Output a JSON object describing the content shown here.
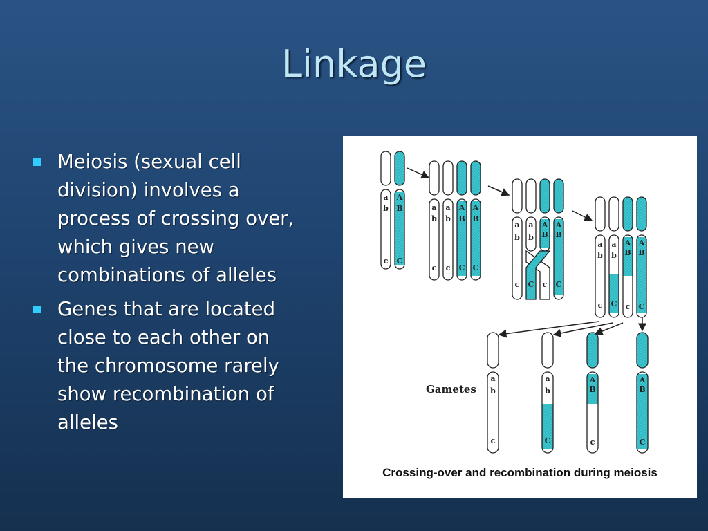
{
  "slide": {
    "title": "Linkage",
    "bullets": [
      "Meiosis (sexual cell division) involves a process of crossing over, which gives new combinations of alleles",
      "Genes that are located close to each other on the chromosome rarely show recombination of alleles"
    ]
  },
  "figure": {
    "gametes_label": "Gametes",
    "caption": "Crossing-over and recombination  during meiosis",
    "colors": {
      "background": "#ffffff",
      "parental_a": "#ffffff",
      "parental_b": "#3cc6d0",
      "outline": "#222222"
    },
    "allele_labels": {
      "lower_a": "a",
      "lower_b": "b",
      "lower_c": "c",
      "upper_a": "A",
      "upper_b": "B",
      "upper_c": "C"
    }
  }
}
